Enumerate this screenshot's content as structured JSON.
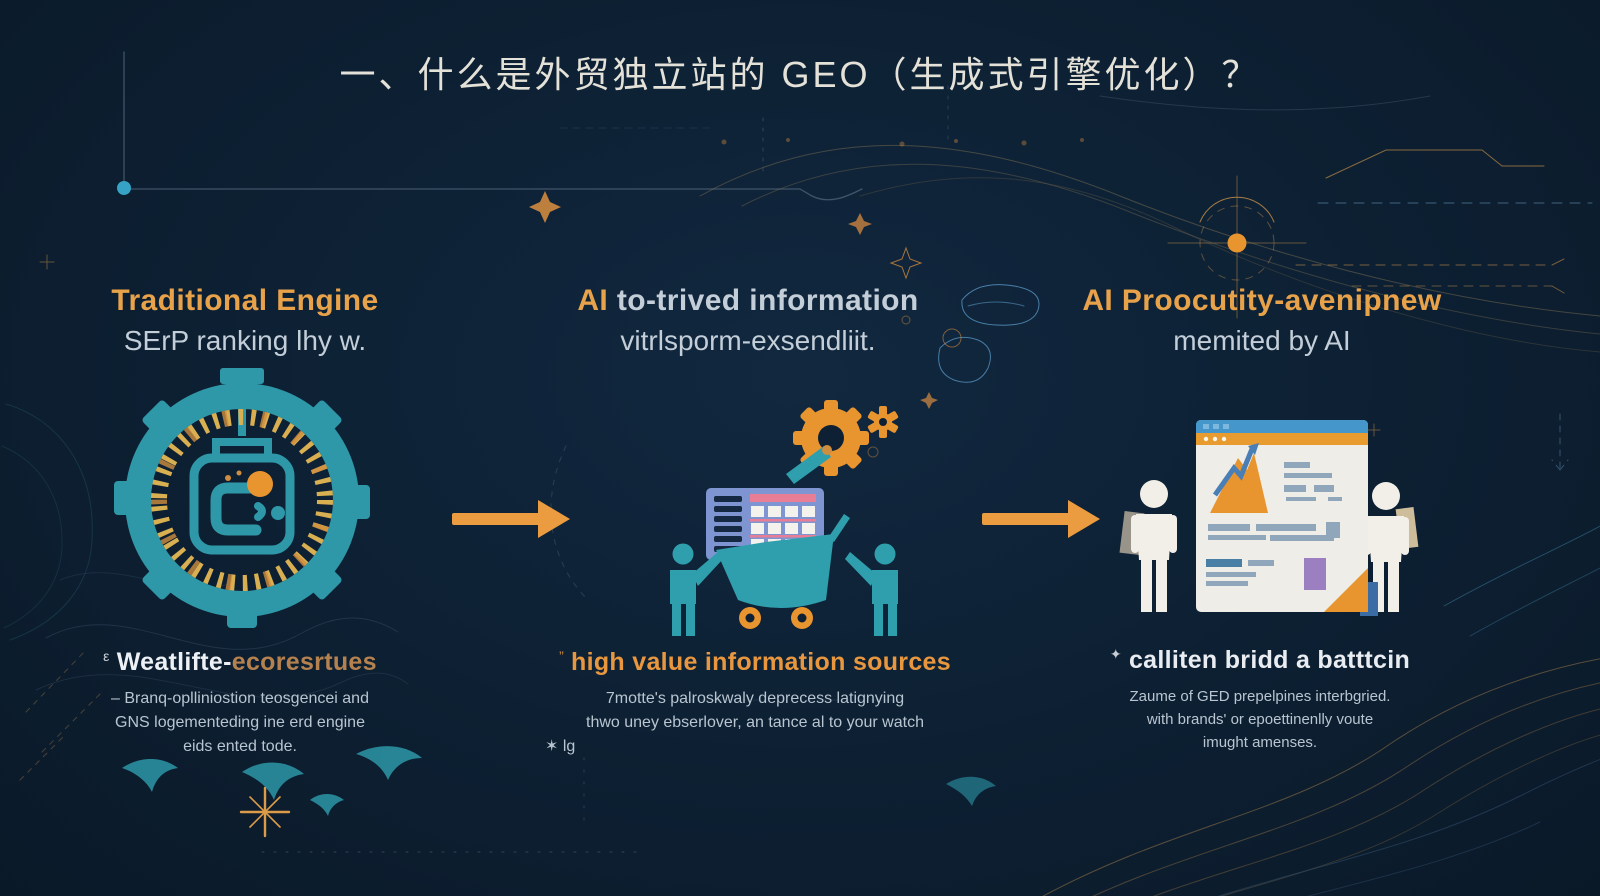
{
  "page": {
    "title": "一、什么是外贸独立站的 GEO（生成式引擎优化）？"
  },
  "colors": {
    "background": "#0d2033",
    "accent_orange": "#e8a24a",
    "arrow_orange": "#ec9c40",
    "teal": "#2f9fae",
    "light_text": "#c3ced8",
    "panel_blue": "#7e95d1",
    "pink": "#e87e95",
    "purple": "#9b7fc0"
  },
  "icons": {
    "traditional_engine": "gear-search-engine-icon",
    "information_sources": "cart-data-panel-gears-icon",
    "ai_productivity": "report-window-with-people-icon",
    "flow": "right-arrow-icon"
  },
  "columns": [
    {
      "id": "traditional-engine",
      "heading": "Traditional Engine",
      "subheading": "SErP ranking lhy w.",
      "footer": {
        "prefix": "ε",
        "title_main": "Weatlifte-",
        "title_accent": "ecoresrtues"
      },
      "description_lines": [
        "– Branq-oplliniostion teosgencei and",
        "GNS logementeding ine erd engine",
        "eids ented tode."
      ]
    },
    {
      "id": "ai-information",
      "heading_accent": "AI",
      "heading_rest": " to-trived information",
      "subheading": "vitrlsporm-exsendliit.",
      "footer": {
        "prefix": "”",
        "title": "high value information sources"
      },
      "description_lines": [
        "7motte's palroskwaly deprecess latignying",
        "thwo uney ebserlover, an tance al to your watch",
        "✶ lg"
      ]
    },
    {
      "id": "ai-productivity",
      "heading": "AI Proocutity-avenipnew",
      "subheading": "memited by AI",
      "footer": {
        "prefix": "✦",
        "title": "calliten bridd a batttcin"
      },
      "description_lines": [
        "Zaume of GED prepelpines interbgried.",
        "with brands' or epoettinenlly voute",
        "imught amenses."
      ]
    }
  ]
}
